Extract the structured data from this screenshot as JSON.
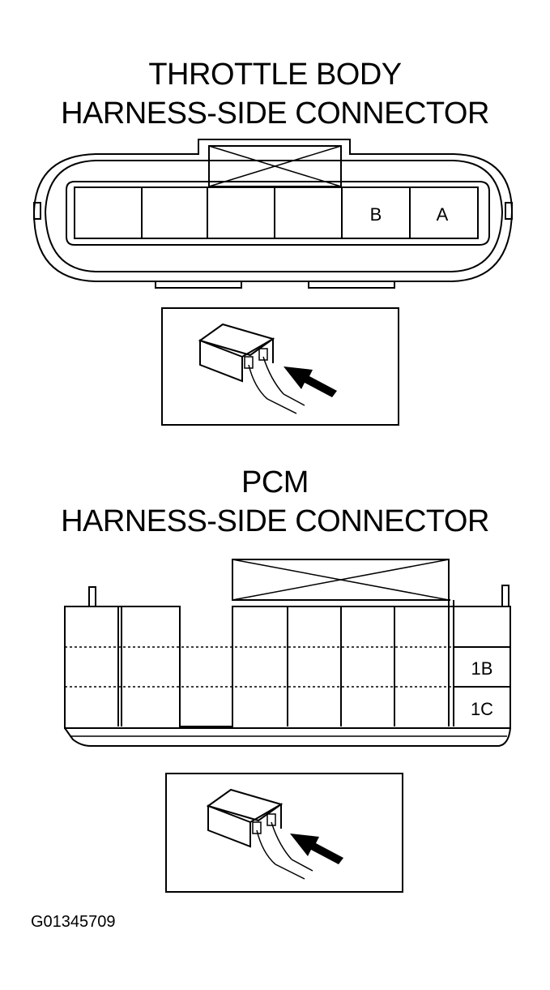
{
  "throttle_body": {
    "title_line1": "THROTTLE BODY",
    "title_line2": "HARNESS-SIDE CONNECTOR",
    "pins": [
      "B",
      "A"
    ]
  },
  "pcm": {
    "title_line1": "PCM",
    "title_line2": "HARNESS-SIDE CONNECTOR",
    "pins": [
      "1B",
      "1C"
    ]
  },
  "figure_id": "G01345709"
}
